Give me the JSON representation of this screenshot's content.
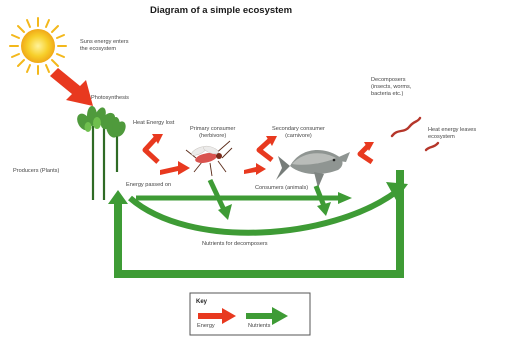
{
  "title": "Diagram of a simple ecosystem",
  "labels": {
    "sun_energy": [
      "Suns energy enters",
      "the ecosystem"
    ],
    "photosynthesis": "Photosynthesis",
    "producers": "Producers (Plants)",
    "heat_loss": "Heat Energy lost",
    "primary_consumer": [
      "Primary consumer",
      "(herbivore)"
    ],
    "secondary_consumer": [
      "Secondary consumer",
      "(carnivore)"
    ],
    "energy_passed_on": "Energy passed on",
    "consumers": "Consumers (animals)",
    "nutrients": "Nutrients for decomposers",
    "decomposers": [
      "Decomposers",
      "(insects, worms,",
      "bacteria etc.)"
    ],
    "heat_leaves": [
      "Heat energy leaves",
      "ecosystem"
    ]
  },
  "key": {
    "title": "Key",
    "energy_label": "Energy",
    "nutrients_label": "Nutrients"
  },
  "colors": {
    "energy": "#e8391f",
    "nutrients": "#3e9b35",
    "sun": "#f6c21c",
    "plant": "#4f9a3c"
  }
}
